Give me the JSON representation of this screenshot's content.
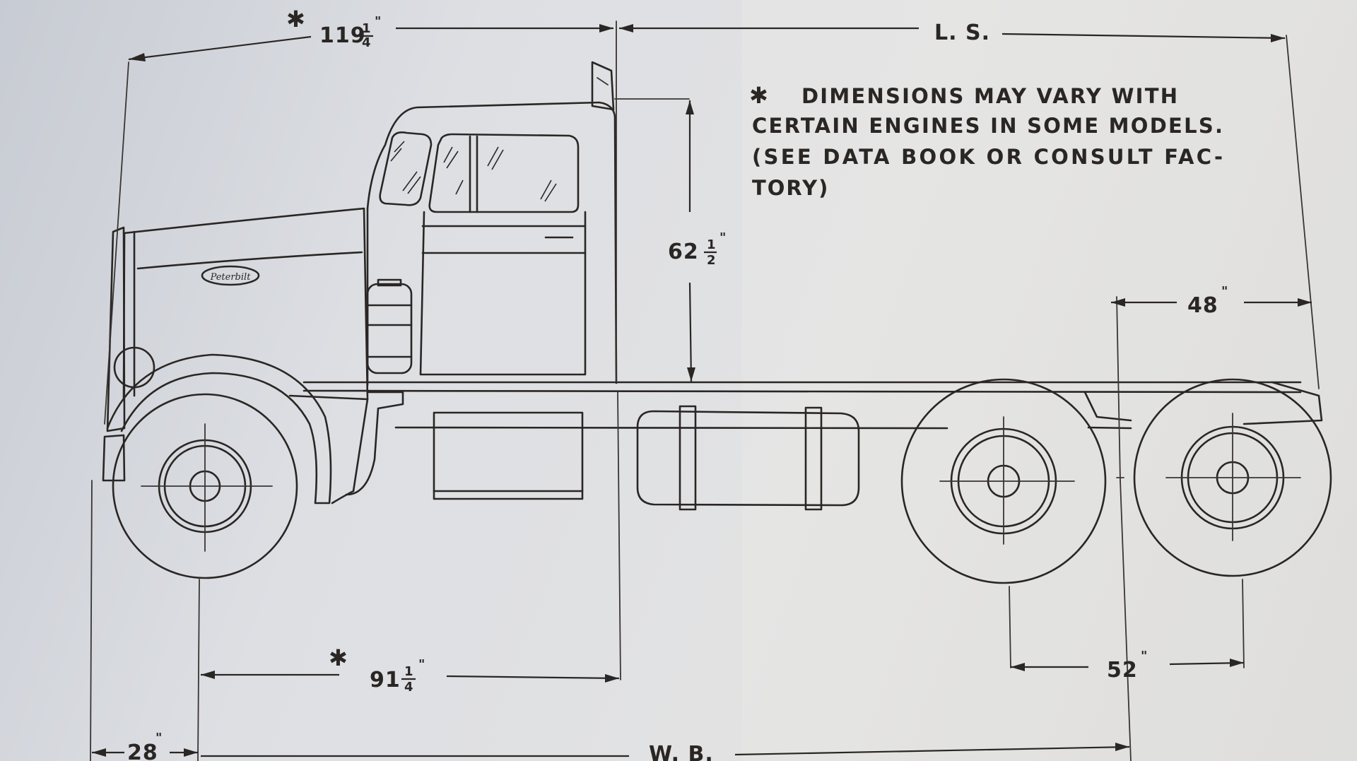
{
  "dimensions": {
    "bumper_to_back_of_cab": {
      "whole": "119",
      "frac_num": "1",
      "frac_den": "4",
      "inch_mark": "\"",
      "asterisk": "✱"
    },
    "lift_span": {
      "label": "L. S."
    },
    "cab_height": {
      "whole": "62",
      "frac_num": "1",
      "frac_den": "2",
      "inch_mark": "\""
    },
    "rear_overhang": {
      "value": "48",
      "inch_mark": "\""
    },
    "front_axle_to_back_of_cab": {
      "whole": "91",
      "frac_num": "1",
      "frac_den": "4",
      "inch_mark": "\"",
      "asterisk": "✱"
    },
    "tandem_spread": {
      "value": "52",
      "inch_mark": "\""
    },
    "front_overhang": {
      "value": "28",
      "inch_mark": "\""
    },
    "wheelbase": {
      "label": "W. B."
    }
  },
  "note": {
    "asterisk": "✱",
    "lines": [
      "DIMENSIONS  MAY  VARY  WITH",
      "CERTAIN  ENGINES  IN  SOME  MODELS.",
      "(SEE  DATA  BOOK  OR  CONSULT  FAC-",
      "TORY)"
    ]
  },
  "emblem": {
    "text": "Peterbilt"
  },
  "colors": {
    "ink": "#2a2624",
    "paper": "#dddfe3"
  }
}
